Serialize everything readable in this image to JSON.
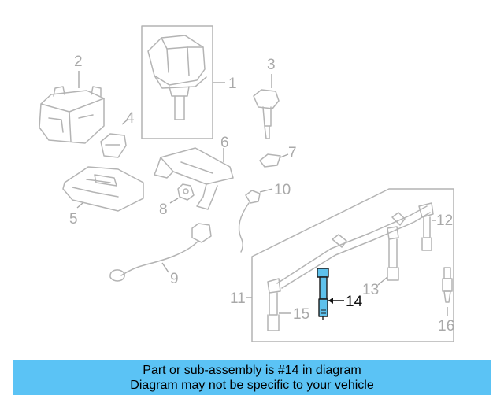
{
  "diagram": {
    "callouts": [
      {
        "id": "1",
        "label": "1"
      },
      {
        "id": "2",
        "label": "2"
      },
      {
        "id": "3",
        "label": "3"
      },
      {
        "id": "4",
        "label": "4"
      },
      {
        "id": "5",
        "label": "5"
      },
      {
        "id": "6",
        "label": "6"
      },
      {
        "id": "7",
        "label": "7"
      },
      {
        "id": "8",
        "label": "8"
      },
      {
        "id": "9",
        "label": "9"
      },
      {
        "id": "10",
        "label": "10"
      },
      {
        "id": "11",
        "label": "11"
      },
      {
        "id": "12",
        "label": "12"
      },
      {
        "id": "13",
        "label": "13"
      },
      {
        "id": "14",
        "label": "14"
      },
      {
        "id": "15",
        "label": "15"
      },
      {
        "id": "16",
        "label": "16"
      }
    ],
    "highlighted_part": "14",
    "colors": {
      "highlight": "#5ec1ec",
      "parts": "#b4b4b4",
      "banner": "#5bc3f5"
    }
  },
  "banner": {
    "line1": "Part or sub-assembly is #14 in diagram",
    "line2": "Diagram may not be specific to your vehicle"
  }
}
